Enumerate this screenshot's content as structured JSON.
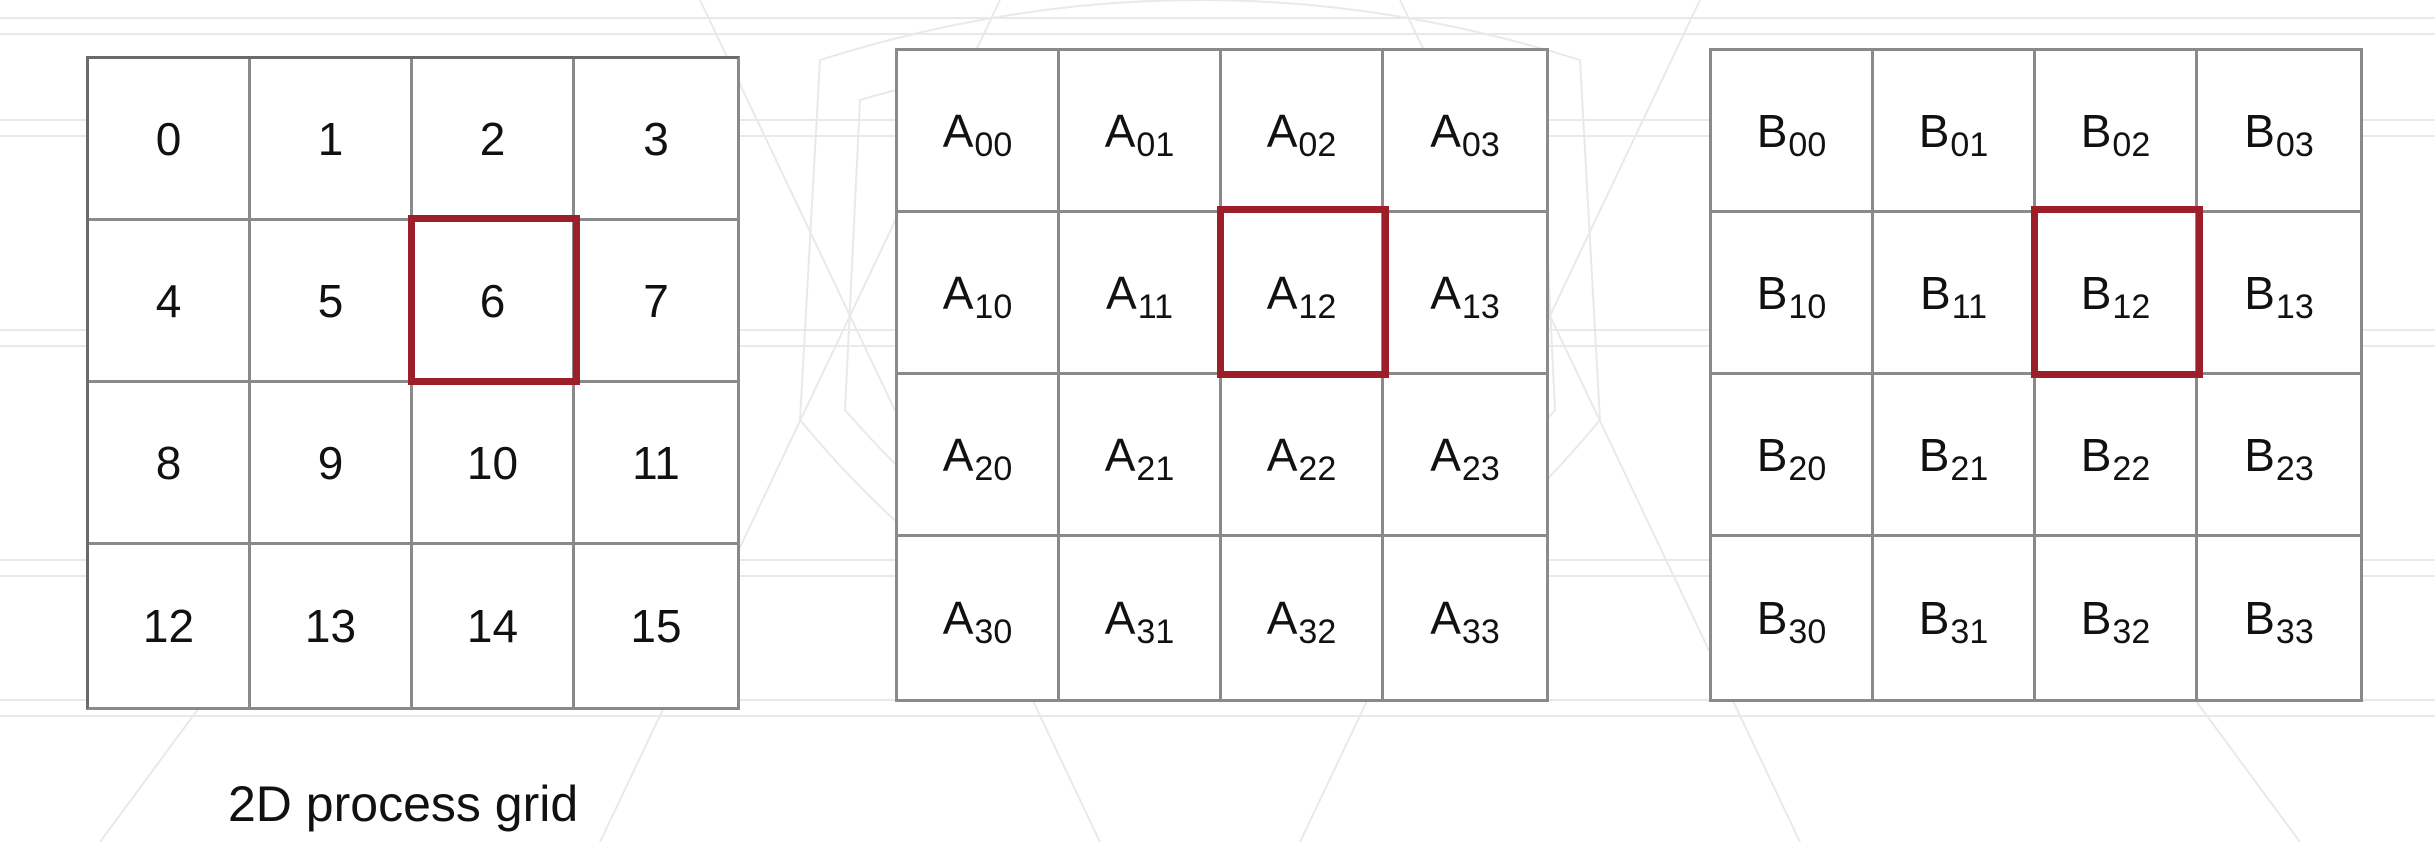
{
  "process_grid": {
    "caption": "2D process grid",
    "cells": [
      [
        "0",
        "1",
        "2",
        "3"
      ],
      [
        "4",
        "5",
        "6",
        "7"
      ],
      [
        "8",
        "9",
        "10",
        "11"
      ],
      [
        "12",
        "13",
        "14",
        "15"
      ]
    ],
    "highlighted_cell": "6"
  },
  "matrix_a": {
    "letter": "A",
    "cells": [
      [
        "00",
        "01",
        "02",
        "03"
      ],
      [
        "10",
        "11",
        "12",
        "13"
      ],
      [
        "20",
        "21",
        "22",
        "23"
      ],
      [
        "30",
        "31",
        "32",
        "33"
      ]
    ],
    "highlighted_cell": "12"
  },
  "matrix_b": {
    "letter": "B",
    "cells": [
      [
        "00",
        "01",
        "02",
        "03"
      ],
      [
        "10",
        "11",
        "12",
        "13"
      ],
      [
        "20",
        "21",
        "22",
        "23"
      ],
      [
        "30",
        "31",
        "32",
        "33"
      ]
    ],
    "highlighted_cell": "12"
  },
  "colors": {
    "highlight": "#9b1e29",
    "grid_line": "#8a8a8a",
    "text": "#111111",
    "watermark": "#e6e6e6"
  }
}
